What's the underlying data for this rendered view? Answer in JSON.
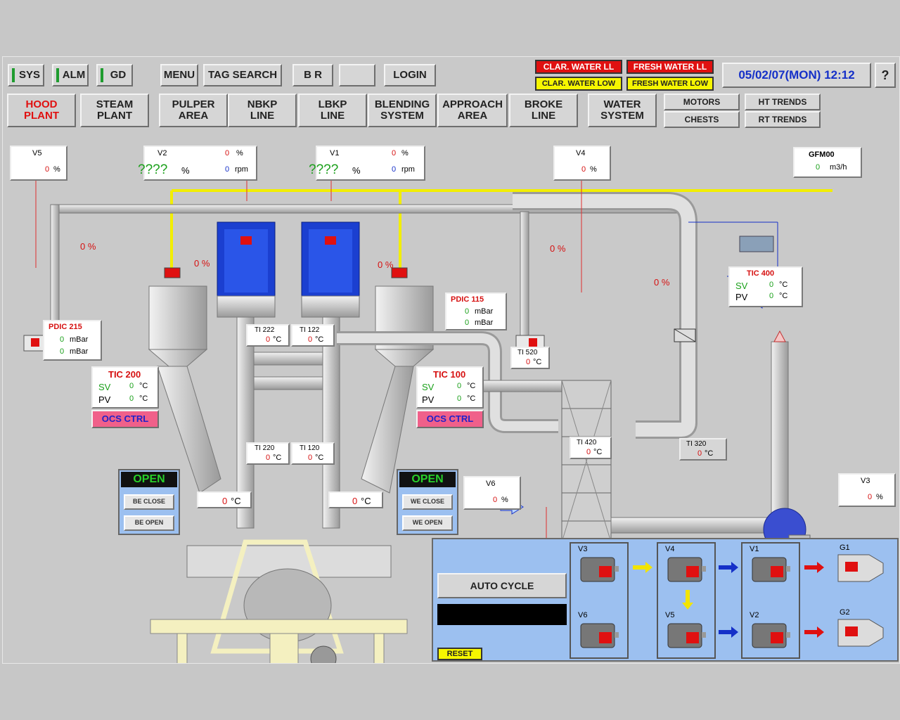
{
  "status_indicators": [
    {
      "label": "SYS"
    },
    {
      "label": "ALM"
    },
    {
      "label": "GD"
    }
  ],
  "toolbar": {
    "menu": "MENU",
    "tag_search": "TAG SEARCH",
    "br": "B R",
    "blank": "",
    "login": "LOGIN",
    "help": "?"
  },
  "alarms": {
    "clar_water_ll": "CLAR. WATER LL",
    "fresh_water_ll": "FRESH WATER LL",
    "clar_water_low": "CLAR. WATER LOW",
    "fresh_water_low": "FRESH WATER LOW"
  },
  "datetime": "05/02/07(MON) 12:12",
  "nav": [
    {
      "line1": "HOOD",
      "line2": "PLANT"
    },
    {
      "line1": "STEAM",
      "line2": "PLANT"
    },
    {
      "line1": "PULPER",
      "line2": "AREA"
    },
    {
      "line1": "NBKP",
      "line2": "LINE"
    },
    {
      "line1": "LBKP",
      "line2": "LINE"
    },
    {
      "line1": "BLENDING",
      "line2": "SYSTEM"
    },
    {
      "line1": "APPROACH",
      "line2": "AREA"
    },
    {
      "line1": "BROKE",
      "line2": "LINE"
    },
    {
      "line1": "WATER",
      "line2": "SYSTEM"
    }
  ],
  "nav_small": {
    "motors": "MOTORS",
    "chests": "CHESTS",
    "ht_trends": "HT TRENDS",
    "rt_trends": "RT TRENDS"
  },
  "colors": {
    "alarm_red": "#e01010",
    "alarm_yellow": "#f6f600",
    "accent_blue": "#1530c8",
    "ok_green": "#1aa01a",
    "panel_blue": "#9cc0f0"
  },
  "valves": {
    "v5": {
      "name": "V5",
      "value": "0",
      "unit": "%"
    },
    "v2": {
      "name": "V2",
      "pct": "0",
      "pct_unit": "%",
      "q": "????",
      "q_unit": "%",
      "rpm": "0",
      "rpm_unit": "rpm"
    },
    "v1": {
      "name": "V1",
      "pct": "0",
      "pct_unit": "%",
      "q": "????",
      "q_unit": "%",
      "rpm": "0",
      "rpm_unit": "rpm"
    },
    "v4": {
      "name": "V4",
      "value": "0",
      "unit": "%"
    },
    "v6": {
      "name": "V6",
      "value": "0",
      "unit": "%"
    },
    "v3": {
      "name": "V3",
      "value": "0",
      "unit": "%"
    }
  },
  "gfm": {
    "name": "GFM00",
    "value": "0",
    "unit": "m3/h"
  },
  "pct_labels": {
    "left_top": "0 %",
    "hood_left": "0 %",
    "hood_right": "0 %",
    "right_top": "0 %",
    "water_line": "0 %"
  },
  "pdic215": {
    "name": "PDIC 215",
    "v1": "0",
    "u1": "mBar",
    "v2": "0",
    "u2": "mBar"
  },
  "pdic115": {
    "name": "PDIC 115",
    "v1": "0",
    "u1": "mBar",
    "v2": "0",
    "u2": "mBar"
  },
  "tic200": {
    "name": "TIC 200",
    "sv_label": "SV",
    "pv_label": "PV",
    "sv": "0",
    "pv": "0",
    "unit": "°C",
    "ctrl": "OCS CTRL"
  },
  "tic100": {
    "name": "TIC 100",
    "sv_label": "SV",
    "pv_label": "PV",
    "sv": "0",
    "pv": "0",
    "unit": "°C",
    "ctrl": "OCS CTRL"
  },
  "tic400": {
    "name": "TIC 400",
    "sv_label": "SV",
    "pv_label": "PV",
    "sv": "0",
    "pv": "0",
    "unit": "°C"
  },
  "ti": {
    "ti222": {
      "name": "TI 222",
      "value": "0",
      "unit": "°C"
    },
    "ti122": {
      "name": "TI 122",
      "value": "0",
      "unit": "°C"
    },
    "ti220": {
      "name": "TI 220",
      "value": "0",
      "unit": "°C"
    },
    "ti120": {
      "name": "TI 120",
      "value": "0",
      "unit": "°C"
    },
    "ti520": {
      "name": "TI 520",
      "value": "0",
      "unit": "°C"
    },
    "ti420": {
      "name": "TI 420",
      "value": "0",
      "unit": "°C"
    },
    "ti320": {
      "name": "TI 320",
      "value": "0",
      "unit": "°C"
    }
  },
  "hood_temps": {
    "left": "0",
    "right": "0",
    "unit": "°C"
  },
  "left_ctrl": {
    "status": "OPEN",
    "close": "BE CLOSE",
    "open": "BE OPEN"
  },
  "right_ctrl": {
    "status": "OPEN",
    "close": "WE CLOSE",
    "open": "WE OPEN"
  },
  "sequence": {
    "auto_cycle": "AUTO CYCLE",
    "reset": "RESET",
    "motors": {
      "v3": "V3",
      "v6": "V6",
      "v4": "V4",
      "v5": "V5",
      "v1": "V1",
      "v2": "V2",
      "g1": "G1",
      "g2": "G2"
    }
  }
}
